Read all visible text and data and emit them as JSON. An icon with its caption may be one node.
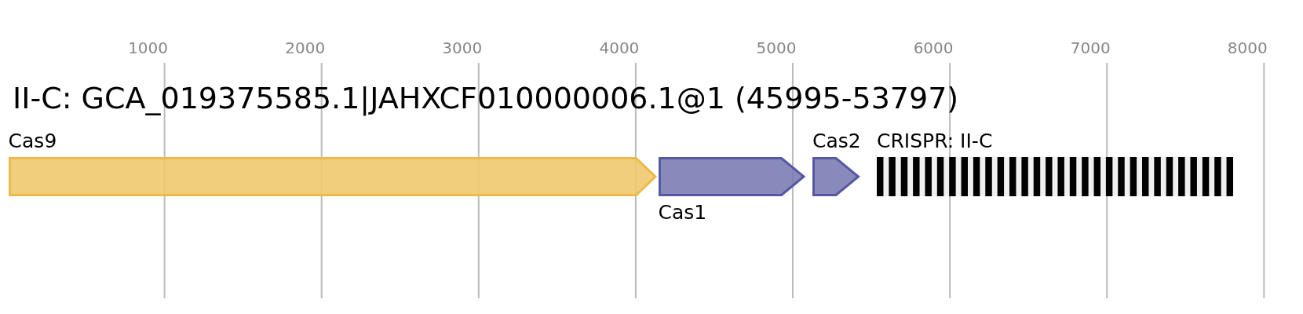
{
  "diagram": {
    "title": "II-C: GCA_019375585.1|JAHXCF010000006.1@1 (45995-53797)",
    "nodes": [
      {
        "text": [
          "Cas9"
        ]
      },
      {
        "text": [
          "Cas1"
        ]
      },
      {
        "text": [
          "Cas2"
        ]
      },
      {
        "text": [
          "CRISPR: II-C"
        ]
      }
    ],
    "labels": [
      "1000",
      "2000",
      "3000",
      "4000",
      "5000",
      "6000",
      "7000",
      "8000"
    ]
  }
}
